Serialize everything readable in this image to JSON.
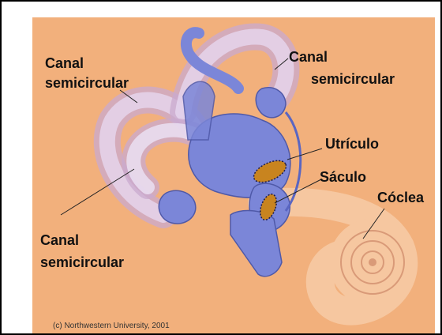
{
  "figure": {
    "labels": {
      "canal_top_left_1": "Canal",
      "canal_top_left_2": "semicircular",
      "canal_top_right_1": "Canal",
      "canal_top_right_2": "semicircular",
      "utriculo": "Utrículo",
      "saculo": "Sáculo",
      "coclea": "Cóclea",
      "canal_bottom_1": "Canal",
      "canal_bottom_2": "semicircular"
    },
    "credit": "(c) Northwestern University, 2001",
    "colors": {
      "background": "#f2b07c",
      "membranous_blue": "#7b86d8",
      "bony_tube": "#d9c2e6",
      "cochlea": "#f6c7a0",
      "macula": "#c8841f"
    }
  }
}
